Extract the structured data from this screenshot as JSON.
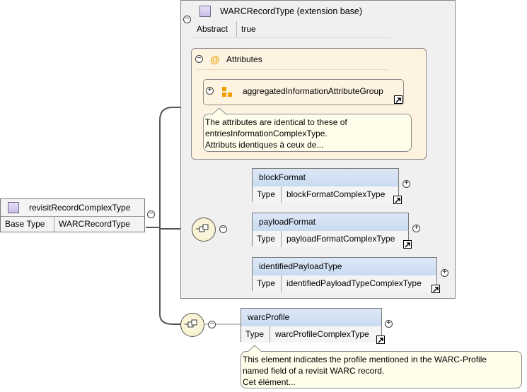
{
  "root_type": {
    "name": "revisitRecordComplexType",
    "base_label": "Base Type",
    "base_value": "WARCRecordType"
  },
  "extension_base": {
    "title": "WARCRecordType (extension base)",
    "abstract_label": "Abstract",
    "abstract_value": "true",
    "attributes": {
      "title": "Attributes",
      "group_name": "aggregatedInformationAttributeGroup",
      "note_lines": [
        "The attributes are identical to these of",
        "entriesInformationComplexType.",
        "Attributs identiques à ceux de..."
      ]
    },
    "elements": [
      {
        "name": "blockFormat",
        "type_label": "Type",
        "type_value": "blockFormatComplexType"
      },
      {
        "name": "payloadFormat",
        "type_label": "Type",
        "type_value": "payloadFormatComplexType"
      },
      {
        "name": "identifiedPayloadType",
        "type_label": "Type",
        "type_value": "identifiedPayloadTypeComplexType"
      }
    ]
  },
  "extension_element": {
    "name": "warcProfile",
    "type_label": "Type",
    "type_value": "warcProfileComplexType",
    "note_lines": [
      "This element indicates the profile mentioned in the WARC-Profile",
      "named field of a revisit WARC record.",
      "Cet élément..."
    ]
  },
  "colors": {
    "element_header": "#c9dbf1",
    "attributes_fill": "#fdf3e0",
    "extension_fill": "#f0f0f0",
    "note_fill": "#fefeea",
    "attribute_icon": "#f0a000"
  },
  "icons": [
    "expander-minus-icon",
    "expander-plus-icon",
    "complex-type-icon",
    "attribute-at-icon",
    "attribute-group-icon",
    "sequence-icon",
    "link-arrow-icon"
  ]
}
